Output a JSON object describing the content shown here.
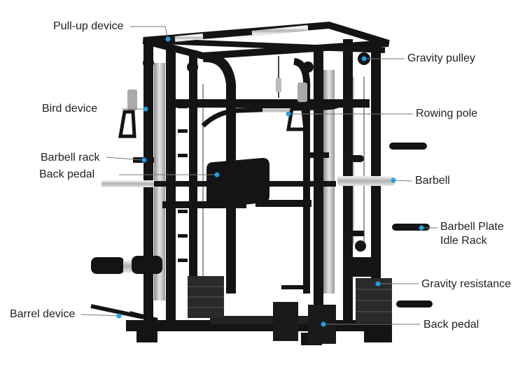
{
  "labels": {
    "pullup": "Pull-up device",
    "gravity_pulley": "Gravity pulley",
    "bird": "Bird device",
    "rowing": "Rowing pole",
    "barbell_rack": "Barbell rack",
    "back_pedal_left": "Back pedal",
    "barbell": "Barbell",
    "plate_rack_line1": "Barbell Plate",
    "plate_rack_line2": "Idle Rack",
    "gravity_resistance": "Gravity resistance",
    "barrel": "Barrel device",
    "back_pedal_right": "Back pedal"
  },
  "colors": {
    "frame": "#141414",
    "steel": "#b8b8b8",
    "chrome": "#dcdcdc",
    "marker": "#1ea0e6",
    "text": "#222222"
  }
}
